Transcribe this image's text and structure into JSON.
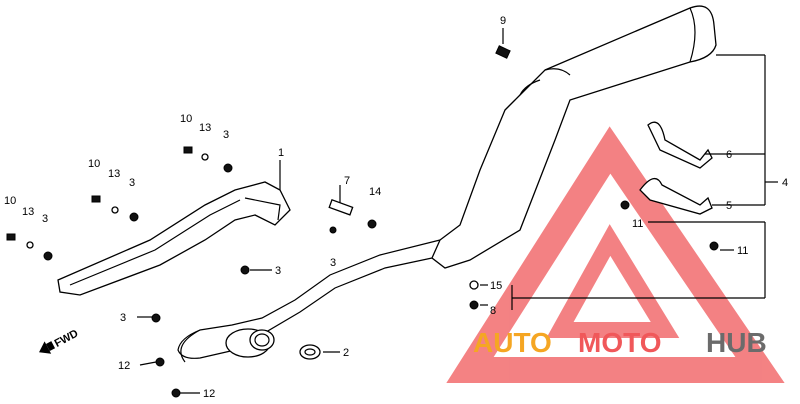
{
  "diagram": {
    "parts": [
      {
        "id": "exhaust-pipe-heat-shield",
        "number": "1"
      },
      {
        "id": "gasket",
        "number": "2"
      },
      {
        "id": "bolt-collar-3",
        "number": "3"
      },
      {
        "id": "muffler-assy",
        "number": "4"
      },
      {
        "id": "band-a",
        "number": "5"
      },
      {
        "id": "band-b",
        "number": "6"
      },
      {
        "id": "stud-bolt",
        "number": "7"
      },
      {
        "id": "bolt-8",
        "number": "8"
      },
      {
        "id": "bolt-9",
        "number": "9"
      },
      {
        "id": "bolt-10",
        "number": "10"
      },
      {
        "id": "nut-11",
        "number": "11"
      },
      {
        "id": "nut-12",
        "number": "12"
      },
      {
        "id": "washer-13",
        "number": "13"
      },
      {
        "id": "rubber-14",
        "number": "14"
      },
      {
        "id": "washer-15",
        "number": "15"
      }
    ],
    "fwd_label": "FWD"
  },
  "watermark": {
    "part1": "AUTO",
    "part2": "MOTO",
    "part3": "HUB",
    "color_red": "#f0585a",
    "color_orange": "#f5a623",
    "color_gray": "#6b6b6b"
  }
}
